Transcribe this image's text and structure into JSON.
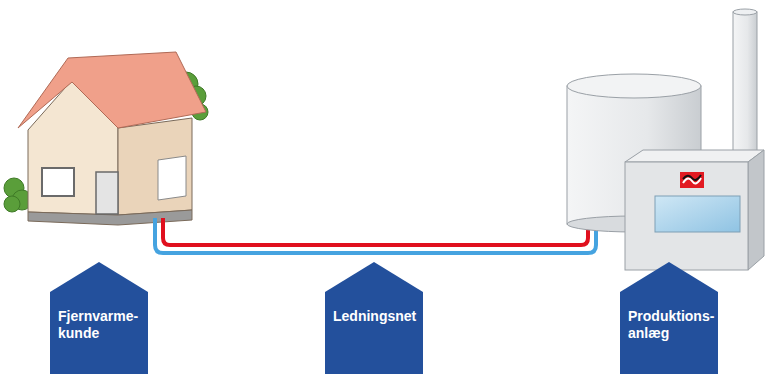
{
  "diagram": {
    "nodes": [
      {
        "text": [
          "Fjernvarme- kunde"
        ]
      },
      {
        "text": [
          "Ledningsnet"
        ]
      },
      {
        "text": [
          "Produktions- anlæg"
        ]
      }
    ]
  }
}
